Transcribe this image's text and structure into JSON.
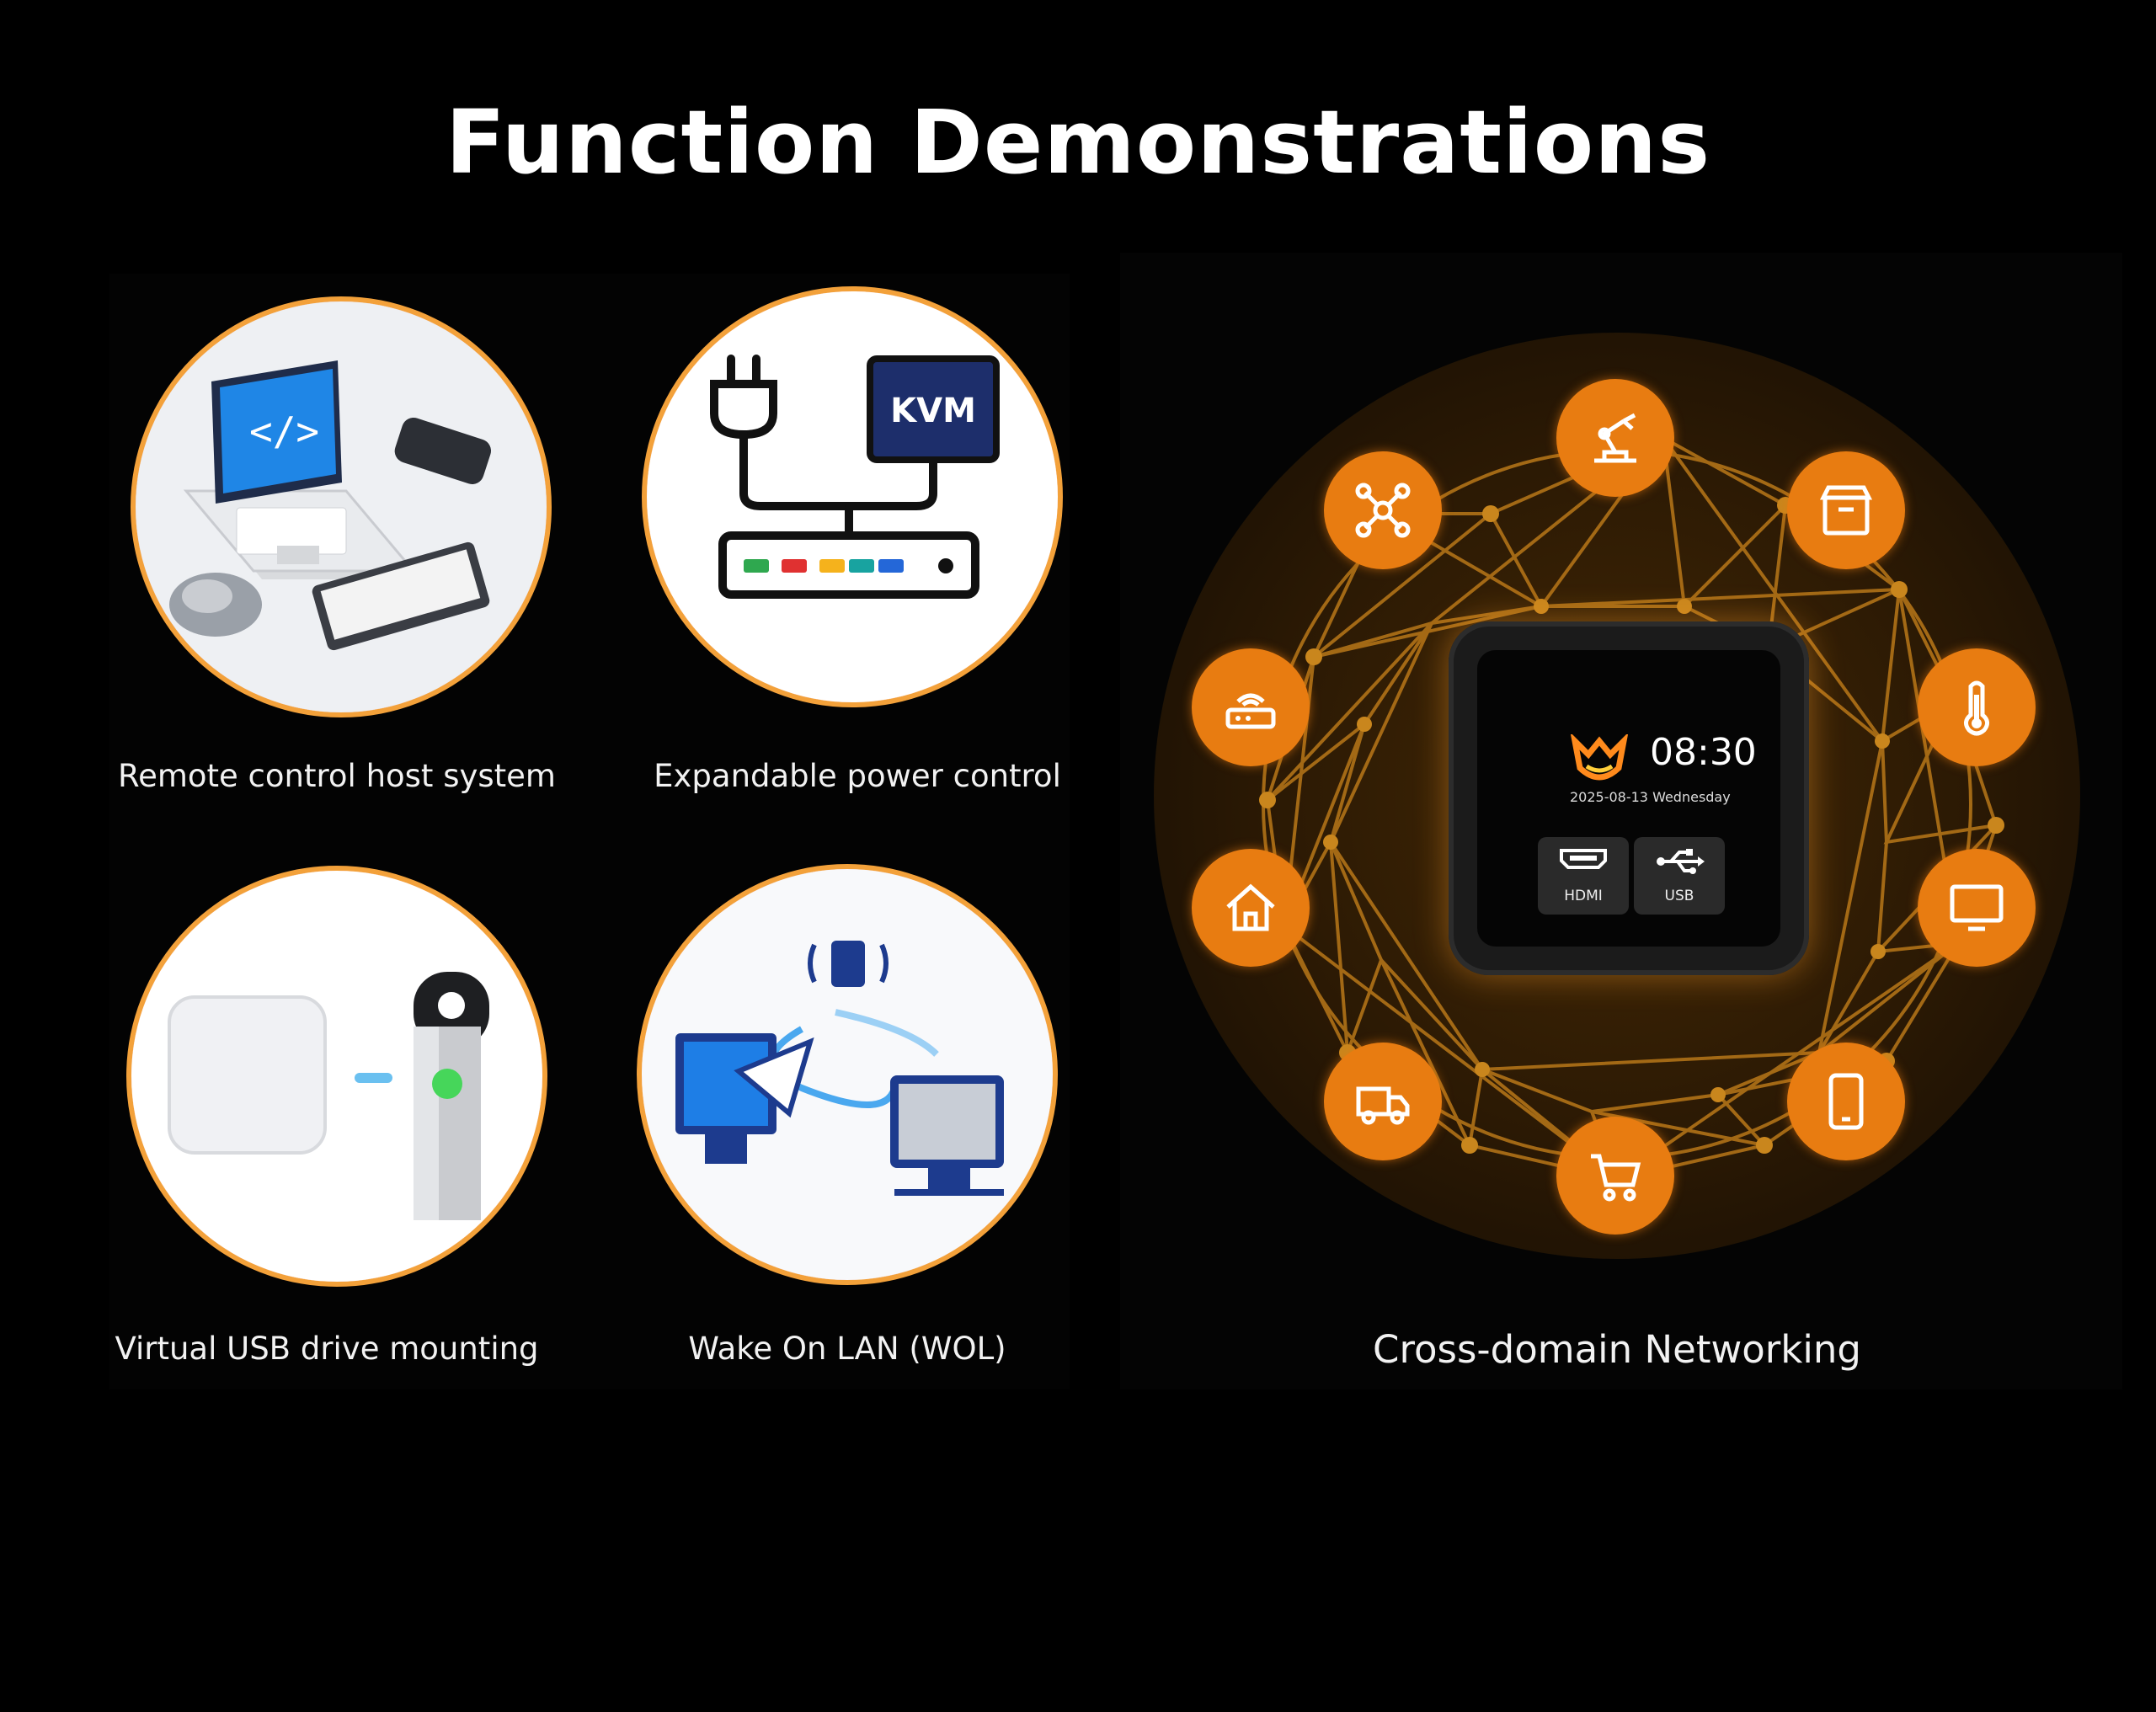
{
  "title": "Function Demonstrations",
  "features": [
    {
      "caption": "Remote control host system"
    },
    {
      "caption": "Expandable power control",
      "kvm_label": "KVM"
    },
    {
      "caption": "Virtual USB drive mounting"
    },
    {
      "caption": "Wake On LAN (WOL)"
    }
  ],
  "networking": {
    "caption": "Cross-domain Networking",
    "device": {
      "time": "08:30",
      "date": "2025-08-13  Wednesday",
      "tiles": [
        {
          "label": "HDMI"
        },
        {
          "label": "USB"
        }
      ]
    },
    "nodes": [
      "robot-arm-icon",
      "package-icon",
      "thermometer-icon",
      "monitor-icon",
      "tablet-icon",
      "cart-icon",
      "truck-icon",
      "home-icon",
      "router-icon",
      "drone-icon"
    ]
  },
  "colors": {
    "accent": "#e87c11",
    "ring": "#f3a13a"
  }
}
